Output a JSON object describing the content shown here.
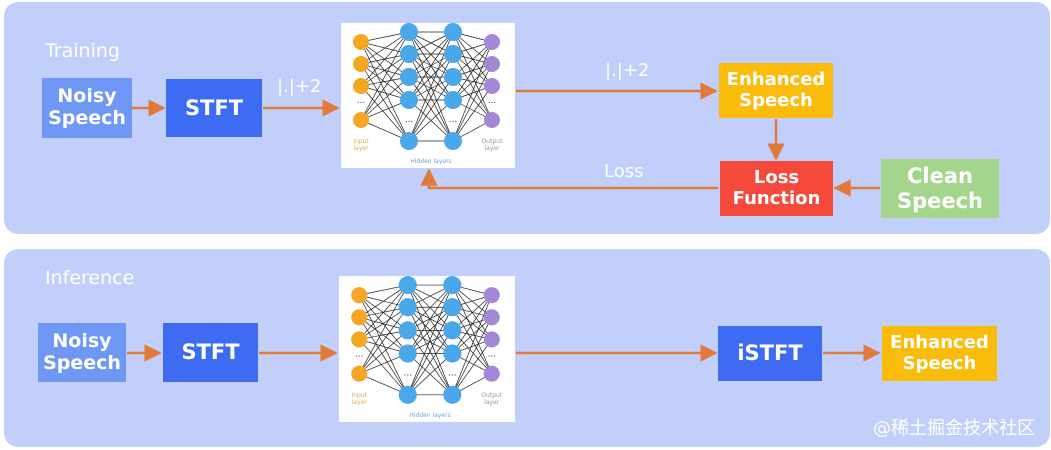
{
  "training": {
    "title": "Training",
    "noisy": "Noisy\nSpeech",
    "stft": "STFT",
    "mag1": "|.|+2",
    "mag2": "|.|+2",
    "enhanced": "Enhanced\nSpeech",
    "loss_label": "Loss",
    "loss_fn": "Loss\nFunction",
    "clean": "Clean\nSpeech"
  },
  "inference": {
    "title": "Inference",
    "noisy": "Noisy\nSpeech",
    "stft": "STFT",
    "istft": "iSTFT",
    "enhanced": "Enhanced\nSpeech"
  },
  "nn": {
    "input_label": "Input\nlayer",
    "hidden_label": "Hidden layers",
    "output_label": "Output\nlayer",
    "dots": "..."
  },
  "watermark": "@稀土掘金技术社区",
  "colors": {
    "panel": "#c2cffb",
    "noisy": "#6e97f6",
    "stft": "#3d6cf2",
    "enhanced": "#fbbb0b",
    "loss": "#f5493c",
    "clean": "#a3d58c",
    "arrow": "#e07a3a",
    "input_node": "#f5a623",
    "hidden_node": "#4aa8ea",
    "output_node": "#a488d8"
  }
}
